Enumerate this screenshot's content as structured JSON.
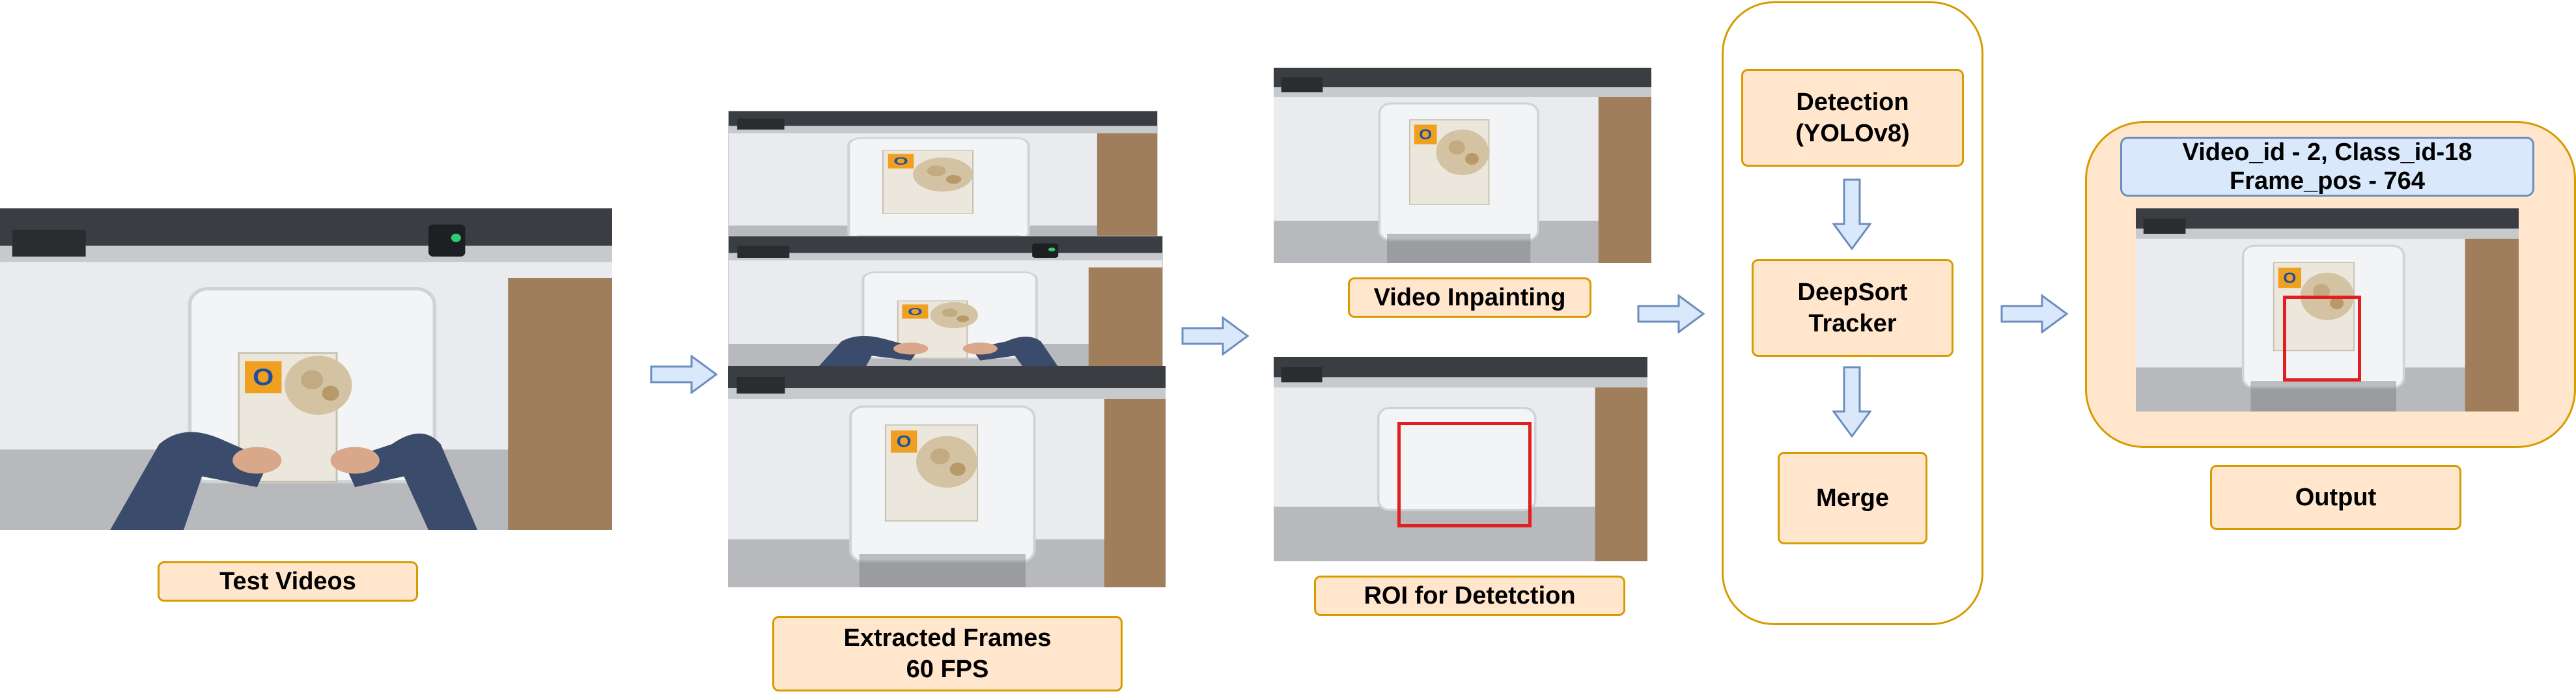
{
  "stages": {
    "test_videos": "Test Videos",
    "extracted_frames_line1": "Extracted Frames",
    "extracted_frames_line2": "60 FPS",
    "video_inpainting": "Video Inpainting",
    "roi": "ROI for Detetction",
    "detection_line1": "Detection",
    "detection_line2": "(YOLOv8)",
    "tracker_line1": "DeepSort",
    "tracker_line2": "Tracker",
    "merge": "Merge",
    "output": "Output"
  },
  "output_info": {
    "line1": "Video_id - 2,  Class_id-18",
    "line2": "Frame_pos - 764"
  },
  "colors": {
    "label_fill": "#ffe6cc",
    "label_border": "#d79b00",
    "arrow_fill": "#dae8fc",
    "arrow_border": "#6c8ebf",
    "roi_box": "#e02020"
  }
}
